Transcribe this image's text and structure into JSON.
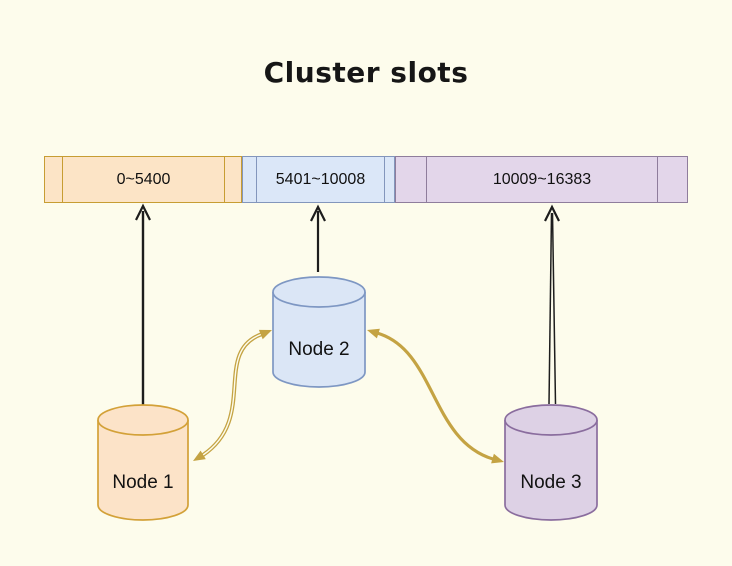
{
  "title": "Cluster slots",
  "background_color": "#fdfcec",
  "slot_bar": {
    "segments": [
      {
        "range": "0~5400",
        "fill": "#fce4c6",
        "border": "#c79d33",
        "assigned_node": "Node 1"
      },
      {
        "range": "5401~10008",
        "fill": "#dbe7f8",
        "border": "#8396bc",
        "assigned_node": "Node 2"
      },
      {
        "range": "10009~16383",
        "fill": "#e3d6ea",
        "border": "#8f7d9c",
        "assigned_node": "Node 3"
      }
    ]
  },
  "nodes": [
    {
      "label": "Node 1",
      "fill": "#fce3c8",
      "stroke": "#d3a138"
    },
    {
      "label": "Node 2",
      "fill": "#dbe6f6",
      "stroke": "#7e97c3"
    },
    {
      "label": "Node 3",
      "fill": "#ddd1e5",
      "stroke": "#8a6d9e"
    }
  ],
  "arrows": {
    "slot_pointer_color": "#1d1d1d",
    "node_link_color": "#c4a343",
    "node_links": [
      "Node 1 ↔ Node 2",
      "Node 2 ↔ Node 3"
    ]
  }
}
